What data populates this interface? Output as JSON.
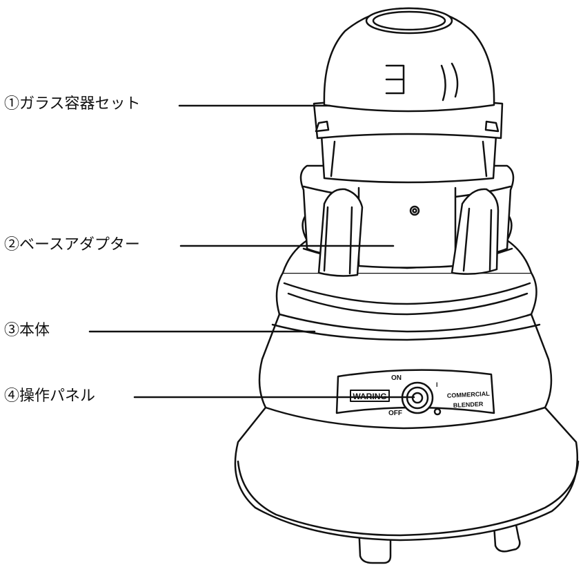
{
  "callouts": [
    {
      "label": "①ガラス容器セット"
    },
    {
      "label": "②ベースアダプター"
    },
    {
      "label": "③本体"
    },
    {
      "label": "④操作パネル"
    }
  ],
  "panel": {
    "brand": "WARING",
    "on_label": "ON",
    "off_label": "OFF",
    "indicator": "I",
    "model_line1": "COMMERCIAL",
    "model_line2": "BLENDER"
  },
  "colors": {
    "line": "#111111",
    "fill": "#ffffff"
  }
}
